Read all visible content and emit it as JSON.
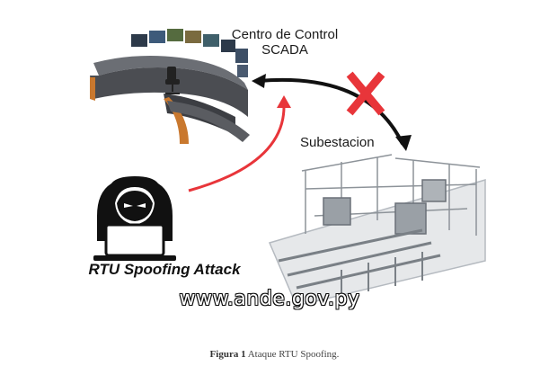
{
  "labels": {
    "scada": [
      "Centro de Control",
      "SCADA"
    ],
    "substation": "Subestacion",
    "attack": "RTU Spoofing Attack",
    "watermark": "www.ande.gov.py"
  },
  "caption": {
    "prefix": "Figura 1",
    "text": "Ataque RTU Spoofing."
  },
  "colors": {
    "attack_arrow": "#e8353a",
    "blocked_mark": "#e8353a",
    "link_arrow": "#111111",
    "console_body": "#4b4d52",
    "console_accent": "#c9782e",
    "hacker": "#111111",
    "substation_steel": "#9aa0a6"
  }
}
